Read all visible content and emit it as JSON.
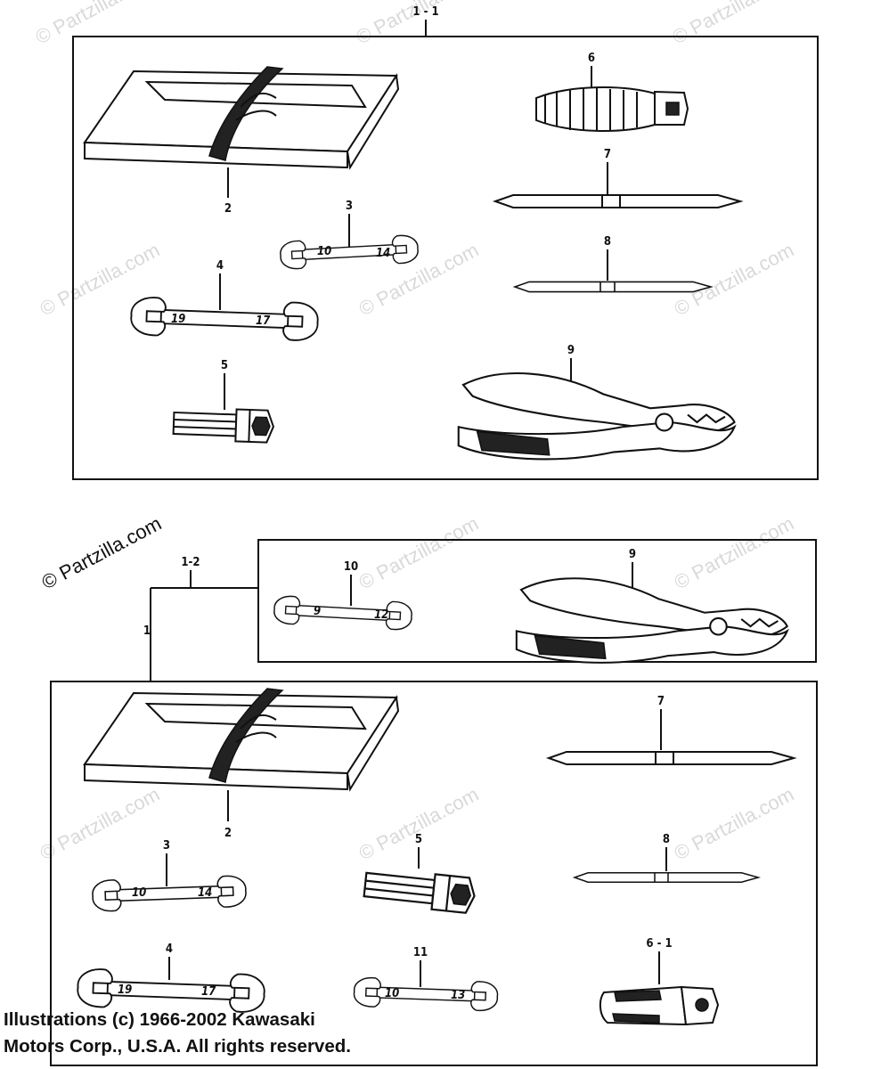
{
  "copyright": {
    "line1": "Illustrations (c) 1966-2002 Kawasaki",
    "line2": "Motors Corp., U.S.A.  All rights reserved."
  },
  "watermark": "© Partzilla.com",
  "assemblies": {
    "top_box": "1 - 1",
    "optional_box": "1-2",
    "main_kit": "1"
  },
  "parts_top": {
    "pouch": "2",
    "wrench_10_14": "3",
    "wrench_19_17": "4",
    "plug_wrench": "5",
    "screwdriver_handle": "6",
    "screwdriver_flat_blade": "7",
    "screwdriver_phillips_blade": "8",
    "pliers": "9"
  },
  "parts_optional": {
    "wrench_9_12": "10",
    "pliers": "9"
  },
  "parts_bottom": {
    "pouch": "2",
    "screwdriver_flat_blade": "7",
    "wrench_10_14": "3",
    "plug_wrench": "5",
    "screwdriver_phillips_blade": "8",
    "wrench_19_17": "4",
    "wrench_10_13": "11",
    "handle_grip": "6 - 1"
  },
  "wrench_markings": {
    "w3_left": "10",
    "w3_right": "14",
    "w4_left": "19",
    "w4_right": "17",
    "w10_left": "9",
    "w10_right": "12",
    "w11_left": "10",
    "w11_right": "13"
  }
}
